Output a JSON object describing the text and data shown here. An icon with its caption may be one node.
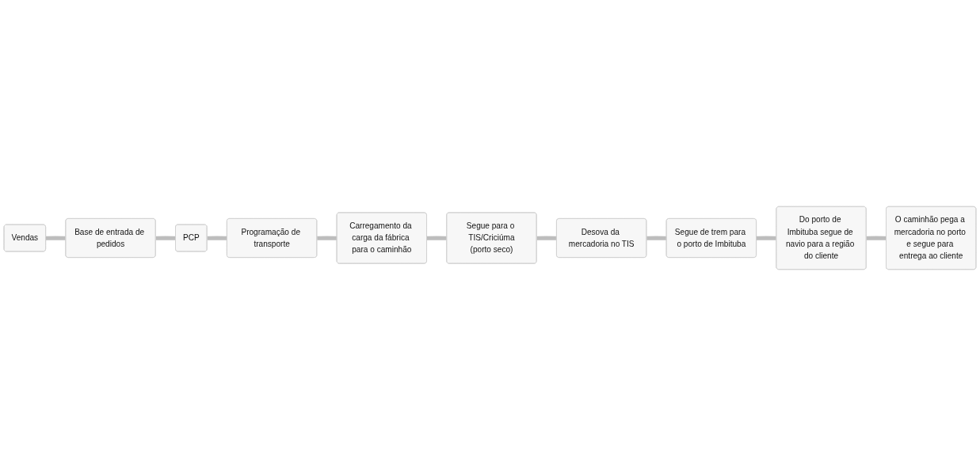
{
  "diagram": {
    "nodes": [
      {
        "text": [
          "Vendas"
        ]
      },
      {
        "text": [
          "Base de entrada de pedidos"
        ]
      },
      {
        "text": [
          "PCP"
        ]
      },
      {
        "text": [
          "Programação de transporte"
        ]
      },
      {
        "text": [
          "Carregamento da carga da fábrica para o caminhão"
        ]
      },
      {
        "text": [
          "Segue para o TIS/Criciúma",
          "(porto seco)"
        ]
      },
      {
        "text": [
          "Desova da mercadoria no TIS"
        ]
      },
      {
        "text": [
          "Segue de trem para o porto de Imbituba"
        ]
      },
      {
        "text": [
          "Do porto de Imbituba segue de navio para a região do cliente"
        ]
      },
      {
        "text": [
          "O caminhão pega a mercadoria no porto e segue para entrega ao cliente"
        ]
      }
    ],
    "edges": [
      {
        "from": 0,
        "to": 1,
        "arrow": "none"
      },
      {
        "from": 1,
        "to": 2,
        "arrow": "none"
      },
      {
        "from": 2,
        "to": 3,
        "arrow": "none"
      },
      {
        "from": 3,
        "to": 4,
        "arrow": "none"
      },
      {
        "from": 4,
        "to": 5,
        "arrow": "none"
      },
      {
        "from": 5,
        "to": 6,
        "arrow": "none"
      },
      {
        "from": 6,
        "to": 7,
        "arrow": "none"
      },
      {
        "from": 7,
        "to": 8,
        "arrow": "none"
      },
      {
        "from": 8,
        "to": 9,
        "arrow": "none"
      }
    ]
  }
}
